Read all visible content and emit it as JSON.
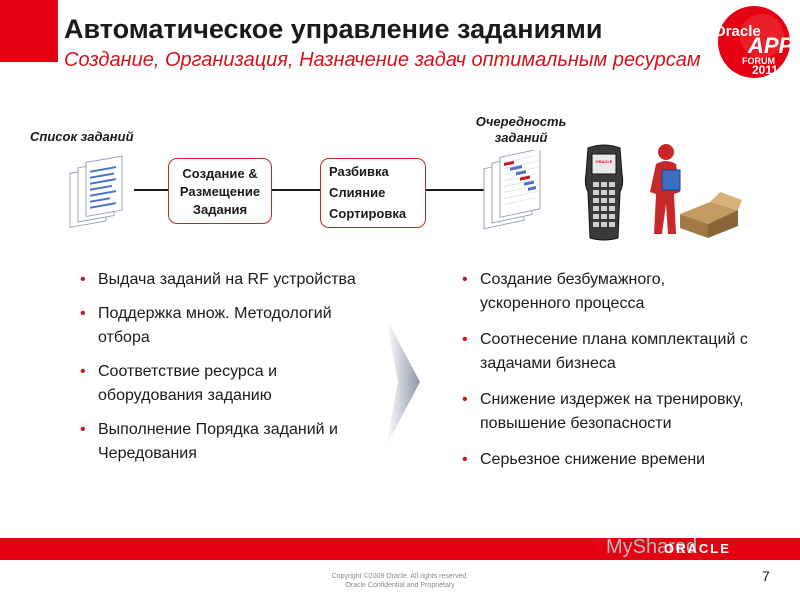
{
  "header": {
    "title": "Автоматическое управление заданиями",
    "subtitle": "Создание, Организация, Назначение задач оптимальным ресурсам"
  },
  "logo": {
    "line1": "Oracle",
    "line2": "APPS",
    "line3": "FORUM",
    "line4": "2011",
    "accent": "#e50012"
  },
  "flow": {
    "task_list_label": "Список заданий",
    "create_box": [
      "Создание &",
      "Размещение",
      "Задания"
    ],
    "split_box": [
      "Разбивка",
      "Слияние",
      "Сортировка"
    ],
    "queue_label": [
      "Очередность",
      "заданий"
    ],
    "device_brand": "ORACLE",
    "icons": [
      "document-stack-icon",
      "gantt-chart-icon",
      "rf-scanner-icon",
      "worker-with-boxes-icon"
    ]
  },
  "left_bullets": [
    "Выдача заданий на RF устройства",
    "Поддержка множ. Методологий отбора",
    "Соответствие ресурса и оборудования заданию",
    "Выполнение Порядка заданий и Чередования"
  ],
  "right_bullets": [
    "Создание безбумажного, ускоренного процесса",
    "Соотнесение плана комплектаций с задачами бизнеса",
    "Снижение издержек на тренировку, повышение безопасности",
    "Серьезное снижение времени"
  ],
  "footer": {
    "oracle": "ORACLE",
    "copyright_line1": "Copyright ©2009 Oracle. All rights reserved.",
    "copyright_line2": "Oracle Confidential and Proprietary",
    "page_number": "7",
    "watermark": "MyShared"
  }
}
